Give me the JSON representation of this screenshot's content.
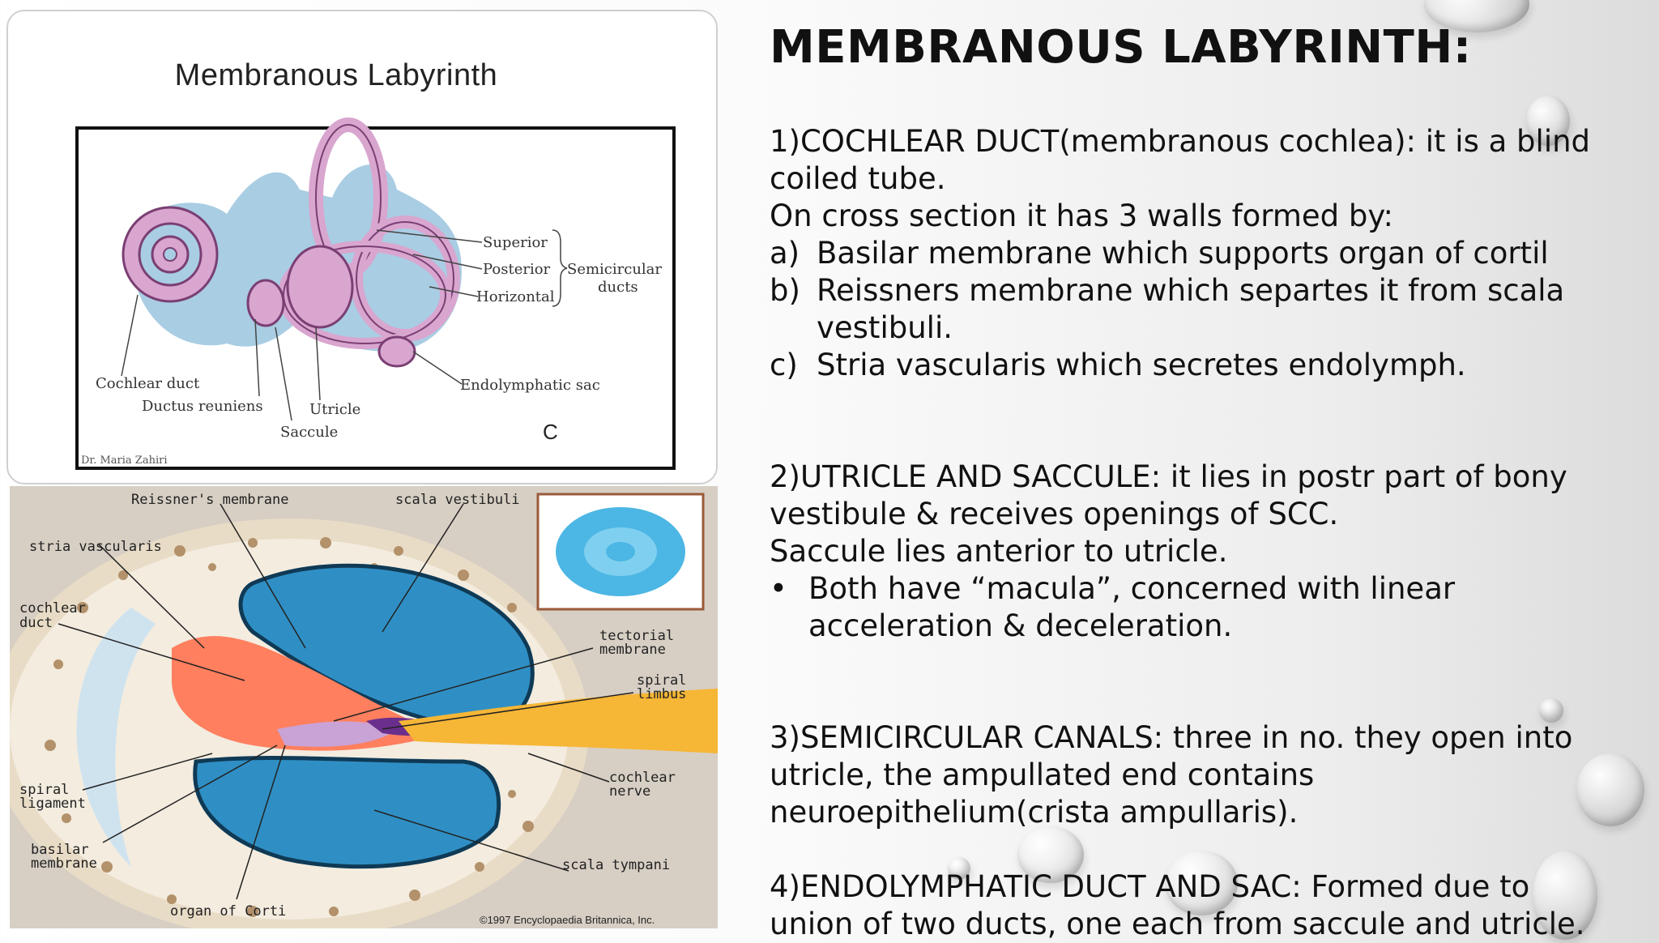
{
  "top_image": {
    "title": "Membranous Labyrinth",
    "labels": {
      "superior": "Superior",
      "posterior": "Posterior",
      "horizontal": "Horizontal",
      "semicircular_1": "Semicircular",
      "semicircular_2": "ducts",
      "cochlear_duct": "Cochlear duct",
      "ductus_reuniens": "Ductus reuniens",
      "utricle": "Utricle",
      "saccule": "Saccule",
      "endolymphatic_sac": "Endolymphatic sac",
      "panel_letter": "C",
      "credit": "Dr. Maria Zahiri"
    }
  },
  "bottom_image": {
    "labels": {
      "reissners_membrane": "Reissner's membrane",
      "scala_vestibuli": "scala vestibuli",
      "stria_vascularis": "stria vascularis",
      "cochlear_duct_1": "cochlear",
      "cochlear_duct_2": "duct",
      "tectorial_1": "tectorial",
      "tectorial_2": "membrane",
      "spiral_limbus_1": "spiral",
      "spiral_limbus_2": "limbus",
      "cochlear_nerve_1": "cochlear",
      "cochlear_nerve_2": "nerve",
      "spiral_ligament_1": "spiral",
      "spiral_ligament_2": "ligament",
      "basilar_1": "basilar",
      "basilar_2": "membrane",
      "scala_tympani": "scala tympani",
      "organ_of_corti": "organ of Corti",
      "copyright": "©1997 Encyclopaedia Britannica, Inc."
    }
  },
  "content": {
    "heading": "MEMBRANOUS LABYRINTH:",
    "s1_line1": "1)COCHLEAR DUCT(membranous cochlea): it is a blind",
    "s1_line2": "coiled tube.",
    "s1_line3": "On cross section it has 3 walls formed by:",
    "s1_items": [
      {
        "marker": "a)",
        "line1": "Basilar membrane which supports organ of cortil",
        "line2": ""
      },
      {
        "marker": "b)",
        "line1": "Reissners membrane which separtes it from scala",
        "line2": "vestibuli."
      },
      {
        "marker": "c)",
        "line1": "Stria vascularis which secretes endolymph.",
        "line2": ""
      }
    ],
    "s2_line1": "2)UTRICLE AND SACCULE: it lies in postr part of bony",
    "s2_line2": "vestibule & receives openings of SCC.",
    "s2_line3": "Saccule lies anterior to utricle.",
    "s2_bullet_marker": "•",
    "s2_bullet_line1": "Both have “macula”, concerned with linear",
    "s2_bullet_line2": "acceleration & deceleration.",
    "s3_line1": "3)SEMICIRCULAR CANALS: three in no. they open into",
    "s3_line2": "utricle, the ampullated end contains",
    "s3_line3": "neuroepithelium(crista ampullaris).",
    "s4_line1": "4)ENDOLYMPHATIC DUCT AND SAC: Formed due to",
    "s4_line2": "union of two ducts, one each from saccule and utricle."
  }
}
